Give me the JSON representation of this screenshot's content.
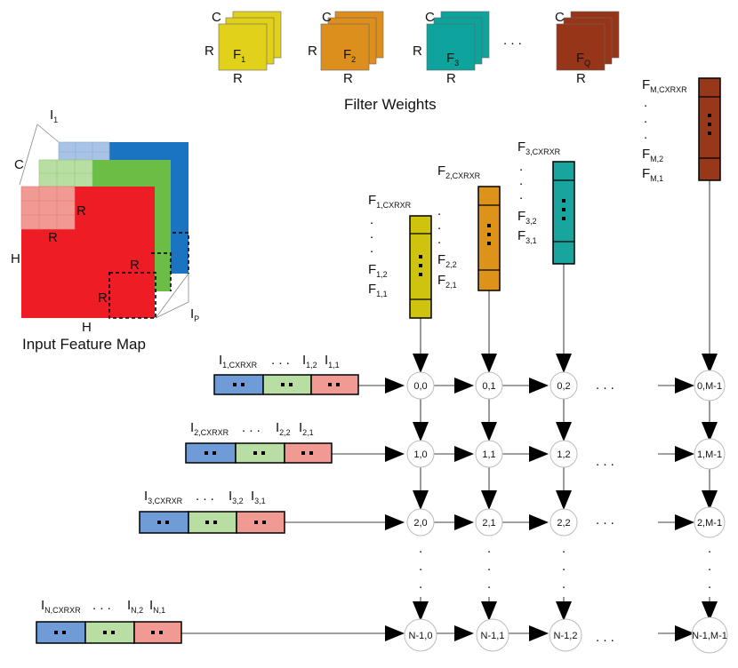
{
  "title": "Filter Weights",
  "input_caption": "Input Feature Map",
  "colors": {
    "filter_1": "#e2d11a",
    "filter_2": "#dc8f1c",
    "filter_3": "#0ea39d",
    "filter_q": "#963517",
    "col_1": "#d0c310",
    "col_2": "#dd9319",
    "col_3": "#19a59d",
    "col_m": "#97381a",
    "seg_blue": "#6f9bd6",
    "seg_green": "#b9dea4",
    "seg_red": "#f19a93",
    "fm_blue": "#1a74c2",
    "fm_green": "#6bbd45",
    "fm_red": "#ee1c24"
  },
  "filters": [
    {
      "main": "F",
      "sub": "1",
      "c": "C",
      "r_left": "R",
      "r_bottom": "R"
    },
    {
      "main": "F",
      "sub": "2",
      "c": "C",
      "r_left": "R",
      "r_bottom": "R"
    },
    {
      "main": "F",
      "sub": "3",
      "c": "C",
      "r_left": "R",
      "r_bottom": "R"
    },
    {
      "main": "F",
      "sub": "Q",
      "c": "C",
      "r_left": "R",
      "r_bottom": "R"
    }
  ],
  "feature_map": {
    "top_label_main": "I",
    "top_label_sub": "1",
    "c": "C",
    "r1": "R",
    "r2": "R",
    "r3": "R",
    "r4": "R",
    "h_left": "H",
    "h_bottom": "H",
    "ip_main": "I",
    "ip_sub": "P"
  },
  "weight_columns": [
    {
      "top_main": "F",
      "top_sub": "1,CXRXR",
      "mid_main": "F",
      "mid_sub": "1,2",
      "low_main": "F",
      "low_sub": "1,1"
    },
    {
      "top_main": "F",
      "top_sub": "2,CXRXR",
      "mid_main": "F",
      "mid_sub": "2,2",
      "low_main": "F",
      "low_sub": "2,1"
    },
    {
      "top_main": "F",
      "top_sub": "3,CXRXR",
      "mid_main": "F",
      "mid_sub": "3,2",
      "low_main": "F",
      "low_sub": "3,1"
    },
    {
      "top_main": "F",
      "top_sub": "M,CXRXR",
      "mid_main": "F",
      "mid_sub": "M,2",
      "low_main": "F",
      "low_sub": "M,1"
    }
  ],
  "input_rows": [
    {
      "l1_main": "I",
      "l1_sub": "1,CXRXR",
      "l2_main": "I",
      "l2_sub": "1,2",
      "l3_main": "I",
      "l3_sub": "1,1"
    },
    {
      "l1_main": "I",
      "l1_sub": "2,CXRXR",
      "l2_main": "I",
      "l2_sub": "2,2",
      "l3_main": "I",
      "l3_sub": "2,1"
    },
    {
      "l1_main": "I",
      "l1_sub": "3,CXRXR",
      "l2_main": "I",
      "l2_sub": "3,2",
      "l3_main": "I",
      "l3_sub": "3,1"
    },
    {
      "l1_main": "I",
      "l1_sub": "N,CXRXR",
      "l2_main": "I",
      "l2_sub": "N,2",
      "l3_main": "I",
      "l3_sub": "N,1"
    }
  ],
  "nodes": [
    [
      "0,0",
      "0,1",
      "0,2",
      "0,M-1"
    ],
    [
      "1,0",
      "1,1",
      "1,2",
      "1,M-1"
    ],
    [
      "2,0",
      "2,1",
      "2,2",
      "2,M-1"
    ],
    [
      "N-1,0",
      "N-1,1",
      "N-1,2",
      "N-1,M-1"
    ]
  ],
  "ellipsis": ". . .",
  "dot": "."
}
